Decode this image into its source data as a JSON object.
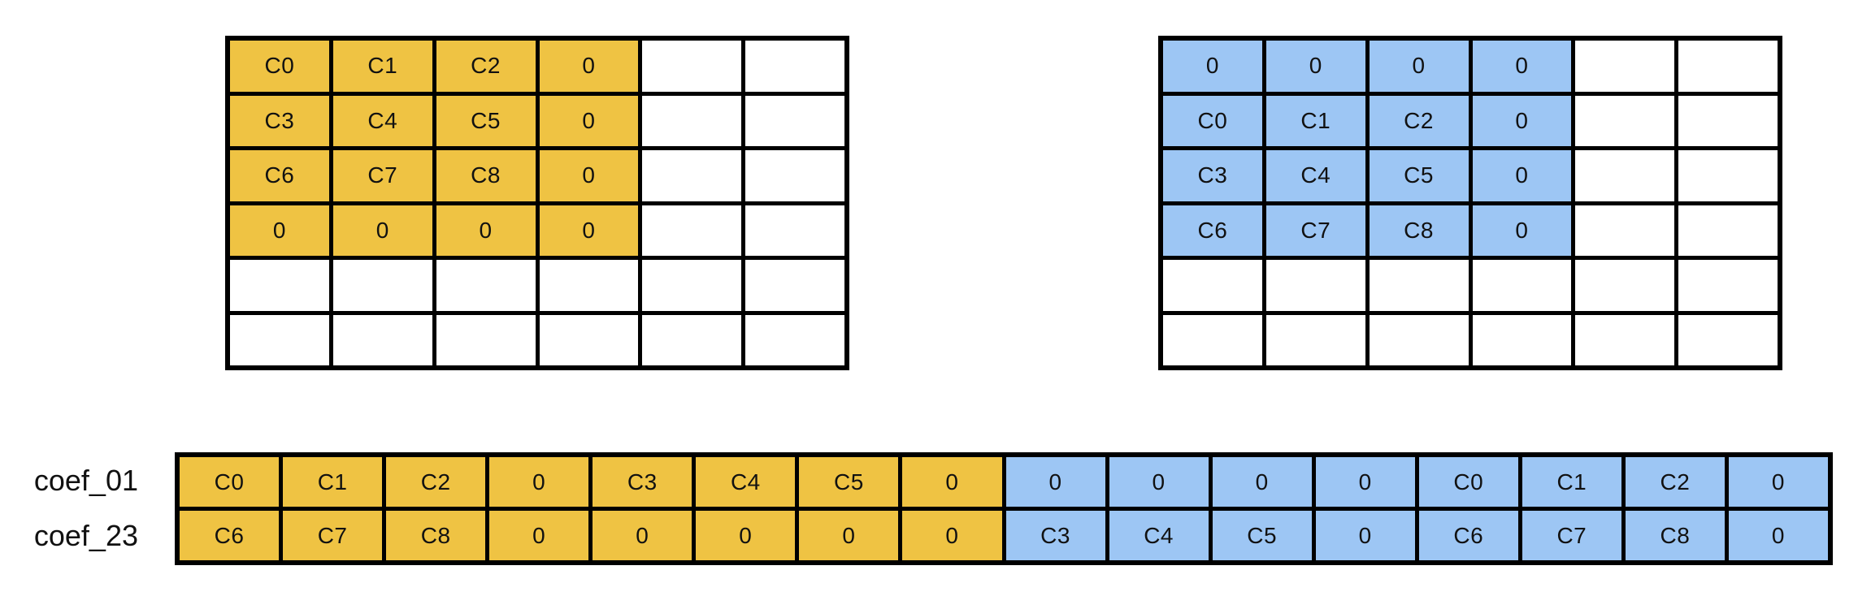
{
  "colors": {
    "yellow": "#EFC343",
    "blue": "#9DC6F4",
    "line": "#000000",
    "background": "#FFFFFF"
  },
  "top_left_grid": {
    "highlight": "yellow",
    "rows": [
      [
        "C0",
        "C1",
        "C2",
        "0",
        "",
        ""
      ],
      [
        "C3",
        "C4",
        "C5",
        "0",
        "",
        ""
      ],
      [
        "C6",
        "C7",
        "C8",
        "0",
        "",
        ""
      ],
      [
        "0",
        "0",
        "0",
        "0",
        "",
        ""
      ],
      [
        "",
        "",
        "",
        "",
        "",
        ""
      ],
      [
        "",
        "",
        "",
        "",
        "",
        ""
      ]
    ]
  },
  "top_right_grid": {
    "highlight": "blue",
    "rows": [
      [
        "0",
        "0",
        "0",
        "0",
        "",
        ""
      ],
      [
        "C0",
        "C1",
        "C2",
        "0",
        "",
        ""
      ],
      [
        "C3",
        "C4",
        "C5",
        "0",
        "",
        ""
      ],
      [
        "C6",
        "C7",
        "C8",
        "0",
        "",
        ""
      ],
      [
        "",
        "",
        "",
        "",
        "",
        ""
      ],
      [
        "",
        "",
        "",
        "",
        "",
        ""
      ]
    ]
  },
  "bottom_rows": [
    {
      "label": "coef_01",
      "yellow_cells": [
        "C0",
        "C1",
        "C2",
        "0",
        "C3",
        "C4",
        "C5",
        "0"
      ],
      "blue_cells": [
        "0",
        "0",
        "0",
        "0",
        "C0",
        "C1",
        "C2",
        "0"
      ]
    },
    {
      "label": "coef_23",
      "yellow_cells": [
        "C6",
        "C7",
        "C8",
        "0",
        "0",
        "0",
        "0",
        "0"
      ],
      "blue_cells": [
        "C3",
        "C4",
        "C5",
        "0",
        "C6",
        "C7",
        "C8",
        "0"
      ]
    }
  ]
}
